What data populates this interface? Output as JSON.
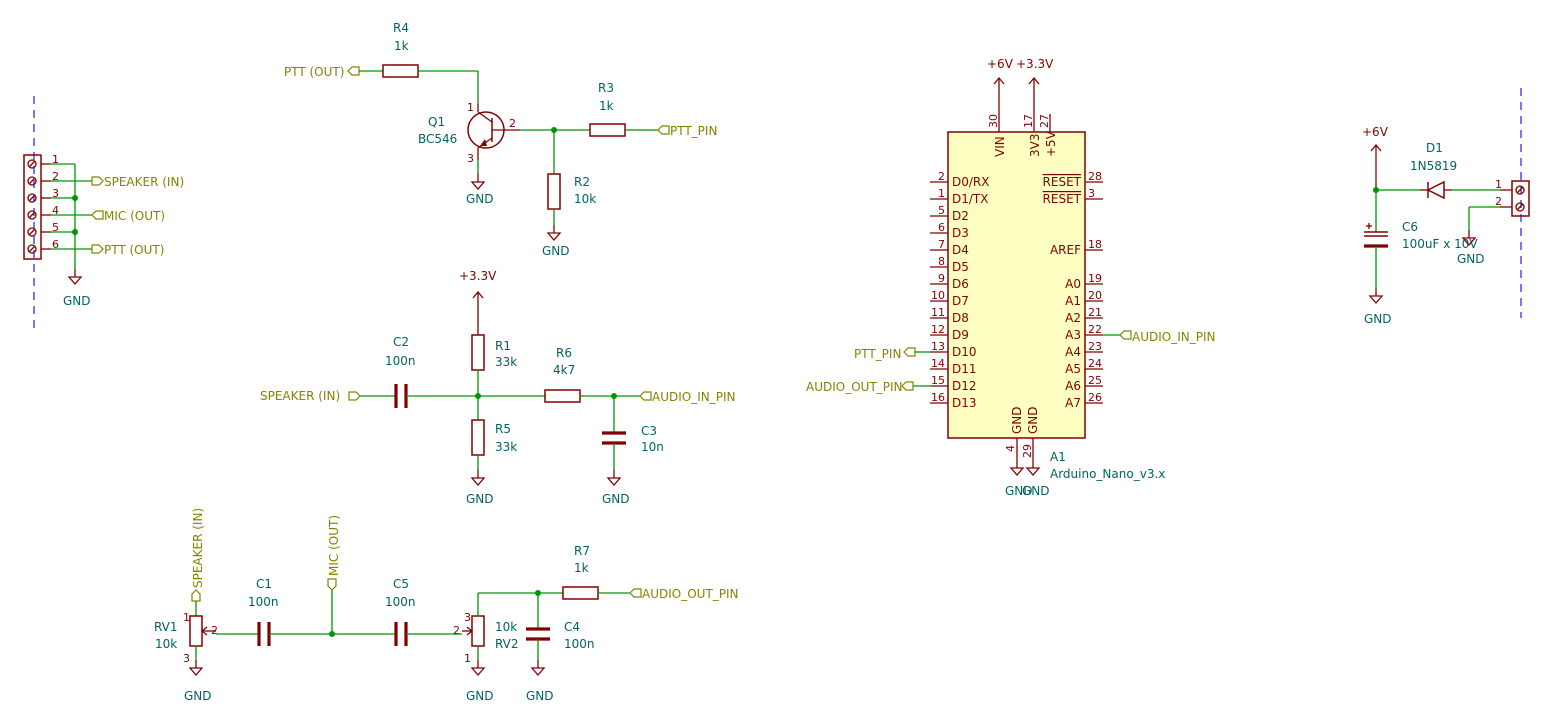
{
  "components": {
    "R4": {
      "ref": "R4",
      "value": "1k"
    },
    "R3": {
      "ref": "R3",
      "value": "1k"
    },
    "R2": {
      "ref": "R2",
      "value": "10k"
    },
    "R1": {
      "ref": "R1",
      "value": "33k"
    },
    "R5": {
      "ref": "R5",
      "value": "33k"
    },
    "R6": {
      "ref": "R6",
      "value": "4k7"
    },
    "R7": {
      "ref": "R7",
      "value": "1k"
    },
    "Q1": {
      "ref": "Q1",
      "value": "BC546"
    },
    "C1": {
      "ref": "C1",
      "value": "100n"
    },
    "C2": {
      "ref": "C2",
      "value": "100n"
    },
    "C3": {
      "ref": "C3",
      "value": "10n"
    },
    "C4": {
      "ref": "C4",
      "value": "100n"
    },
    "C5": {
      "ref": "C5",
      "value": "100n"
    },
    "C6": {
      "ref": "C6",
      "value": "100uF x 10V"
    },
    "D1": {
      "ref": "D1",
      "value": "1N5819"
    },
    "RV1": {
      "ref": "RV1",
      "value": "10k"
    },
    "RV2": {
      "ref": "RV2",
      "value": "10k"
    },
    "A1": {
      "ref": "A1",
      "value": "Arduino_Nano_v3.x"
    }
  },
  "labels": {
    "ptt_out": "PTT (OUT)",
    "ptt_pin": "PTT_PIN",
    "speaker_in": "SPEAKER (IN)",
    "mic_out": "MIC (OUT)",
    "audio_in_pin": "AUDIO_IN_PIN",
    "audio_out_pin": "AUDIO_OUT_PIN"
  },
  "power": {
    "gnd": "GND",
    "v33": "+3.3V",
    "v6": "+6V"
  },
  "pins": {
    "n1": "1",
    "n2": "2",
    "n3": "3",
    "n4": "4",
    "n5": "5",
    "n6": "6",
    "n7": "7",
    "n8": "8",
    "n9": "9",
    "n10": "10",
    "n11": "11",
    "n12": "12",
    "n13": "13",
    "n14": "14",
    "n15": "15",
    "n16": "16",
    "n17": "17",
    "n18": "18",
    "n19": "19",
    "n20": "20",
    "n21": "21",
    "n22": "22",
    "n23": "23",
    "n24": "24",
    "n25": "25",
    "n26": "26",
    "n27": "27",
    "n28": "28",
    "n29": "29",
    "n30": "30"
  },
  "arduino": {
    "left_pins": [
      "D0/RX",
      "D1/TX",
      "D2",
      "D3",
      "D4",
      "D5",
      "D6",
      "D7",
      "D8",
      "D9",
      "D10",
      "D11",
      "D12",
      "D13"
    ],
    "right_pins": [
      "RESET",
      "RESET",
      "AREF",
      "A0",
      "A1",
      "A2",
      "A3",
      "A4",
      "A5",
      "A6",
      "A7"
    ],
    "top_pins": [
      "VIN",
      "3V3",
      "+5V"
    ],
    "bottom_pins": [
      "GND",
      "GND"
    ]
  }
}
